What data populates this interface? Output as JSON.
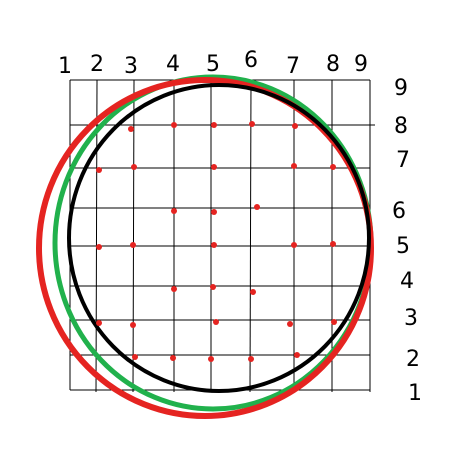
{
  "labels": {
    "top": [
      "1",
      "2",
      "3",
      "4",
      "5",
      "6",
      "7",
      "8",
      "9"
    ],
    "right": [
      "9",
      "8",
      "7",
      "6",
      "5",
      "4",
      "3",
      "2",
      "1"
    ]
  },
  "colors": {
    "grid": "#000000",
    "black_circle": "#000000",
    "red_circle": "#e52421",
    "green_circle": "#21b14c",
    "dots": "#e52421"
  }
}
